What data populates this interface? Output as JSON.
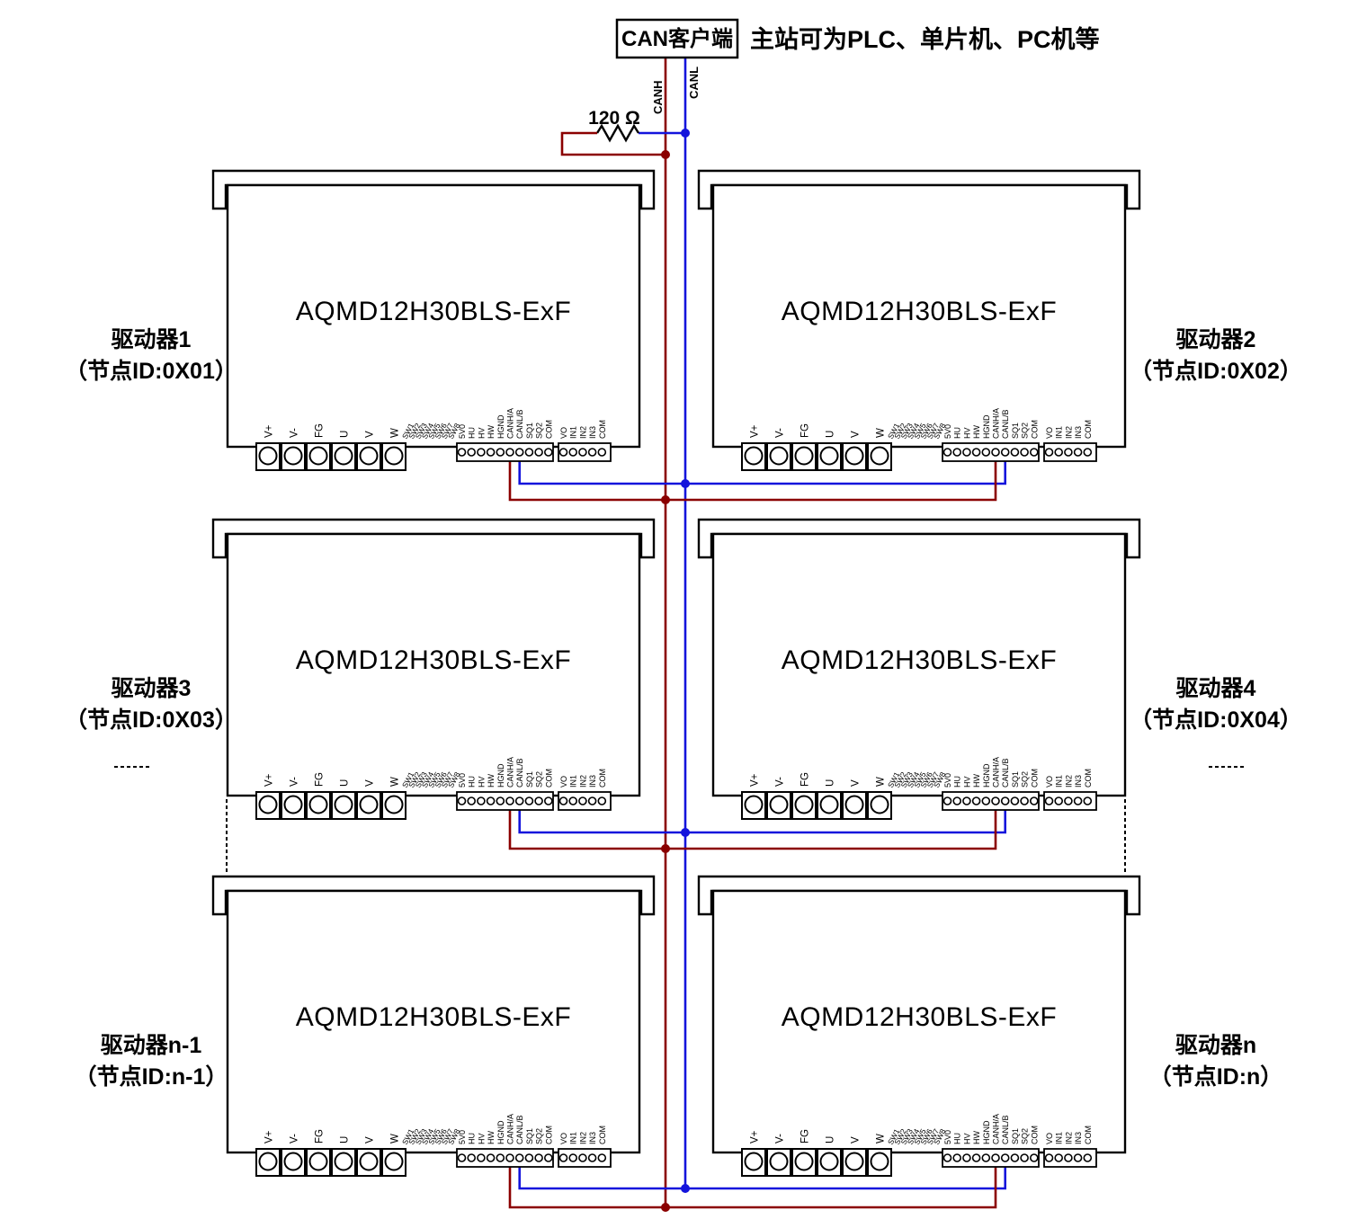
{
  "header": {
    "client_label": "CAN客户端",
    "note": "主站可为PLC、单片机、PC机等",
    "resistor_label": "120 Ω",
    "canh_label": "CANH",
    "canl_label": "CANL"
  },
  "colors": {
    "canh": "#8B0000",
    "canl": "#1414DC",
    "line": "#000000"
  },
  "module": {
    "title": "AQMD12H30BLS-ExF",
    "power_terminals": [
      "V+",
      "V-",
      "FG",
      "U",
      "V",
      "W"
    ],
    "dip_switch_labels": [
      "SW1",
      "SW2",
      "SW3",
      "SW4",
      "SW5",
      "SW6",
      "SW7",
      "SW8"
    ],
    "signal_terminals_a": [
      "5V0",
      "HU",
      "HV",
      "HW",
      "HGND",
      "CANH/A",
      "CANL/B",
      "SQ1",
      "SQ2",
      "COM"
    ],
    "signal_terminals_b": [
      "VO",
      "IN1",
      "IN2",
      "IN3",
      "COM"
    ]
  },
  "drivers": [
    {
      "name": "驱动器1",
      "id_label": "（节点ID:0X01）",
      "row": 0,
      "col": 0
    },
    {
      "name": "驱动器2",
      "id_label": "（节点ID:0X02）",
      "row": 0,
      "col": 1
    },
    {
      "name": "驱动器3",
      "id_label": "（节点ID:0X03）",
      "row": 1,
      "col": 0
    },
    {
      "name": "驱动器4",
      "id_label": "（节点ID:0X04）",
      "row": 1,
      "col": 1
    },
    {
      "name": "驱动器n-1",
      "id_label": "（节点ID:n-1）",
      "row": 2,
      "col": 0
    },
    {
      "name": "驱动器n",
      "id_label": "（节点ID:n）",
      "row": 2,
      "col": 1
    }
  ]
}
